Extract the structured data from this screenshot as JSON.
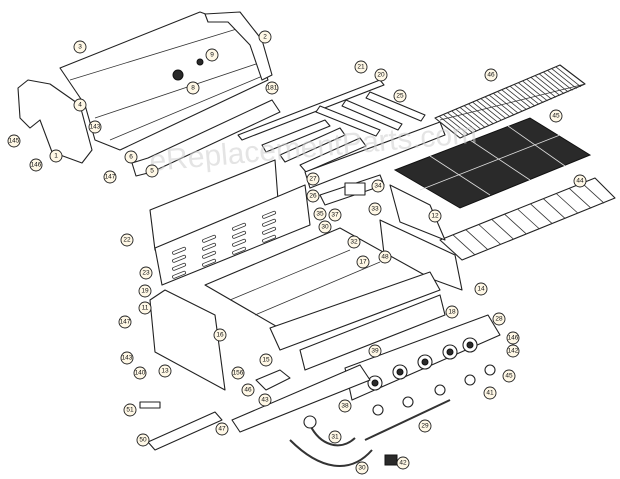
{
  "watermark": "eReplacementParts.com",
  "callouts": [
    "3",
    "2",
    "9",
    "8",
    "181",
    "4",
    "143",
    "1",
    "145",
    "146",
    "6",
    "5",
    "147",
    "21",
    "20",
    "25",
    "46",
    "45",
    "27",
    "26",
    "34",
    "35",
    "37",
    "33",
    "30",
    "32",
    "12",
    "44",
    "48",
    "14",
    "17",
    "22",
    "23",
    "19",
    "11",
    "147",
    "16",
    "143",
    "140",
    "13",
    "156",
    "15",
    "18",
    "28",
    "146",
    "142",
    "39",
    "45",
    "41",
    "46",
    "43",
    "38",
    "29",
    "51",
    "47",
    "50",
    "31",
    "30",
    "42"
  ],
  "colors": {
    "callout_fill": "#fff8e6",
    "line": "#222222",
    "grate": "#2a2a2a"
  }
}
